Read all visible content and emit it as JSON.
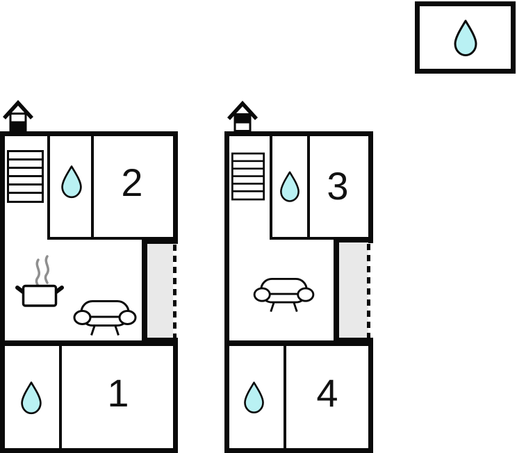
{
  "title": "floor-plan",
  "colors": {
    "wall": "#0a0a0a",
    "drop_fill": "#b9f1f3",
    "balcony_fill": "#e9e9e9",
    "steam": "#8f8f8f"
  },
  "legend": {
    "icon": "water-drop-icon"
  },
  "plans": [
    {
      "name": "unit-left",
      "floor_icon": "house-chimney-icon",
      "floor_icon_variant": "lower-half-filled",
      "top_room_label": "2",
      "bottom_room_label": "1",
      "features": [
        "staircase",
        "water-drop-top",
        "stove-pot",
        "sofa",
        "balcony",
        "water-drop-bottom"
      ]
    },
    {
      "name": "unit-right",
      "floor_icon": "house-chimney-icon",
      "floor_icon_variant": "upper-half-filled",
      "top_room_label": "3",
      "bottom_room_label": "4",
      "features": [
        "staircase",
        "water-drop-top",
        "sofa",
        "balcony",
        "water-drop-bottom"
      ]
    }
  ]
}
